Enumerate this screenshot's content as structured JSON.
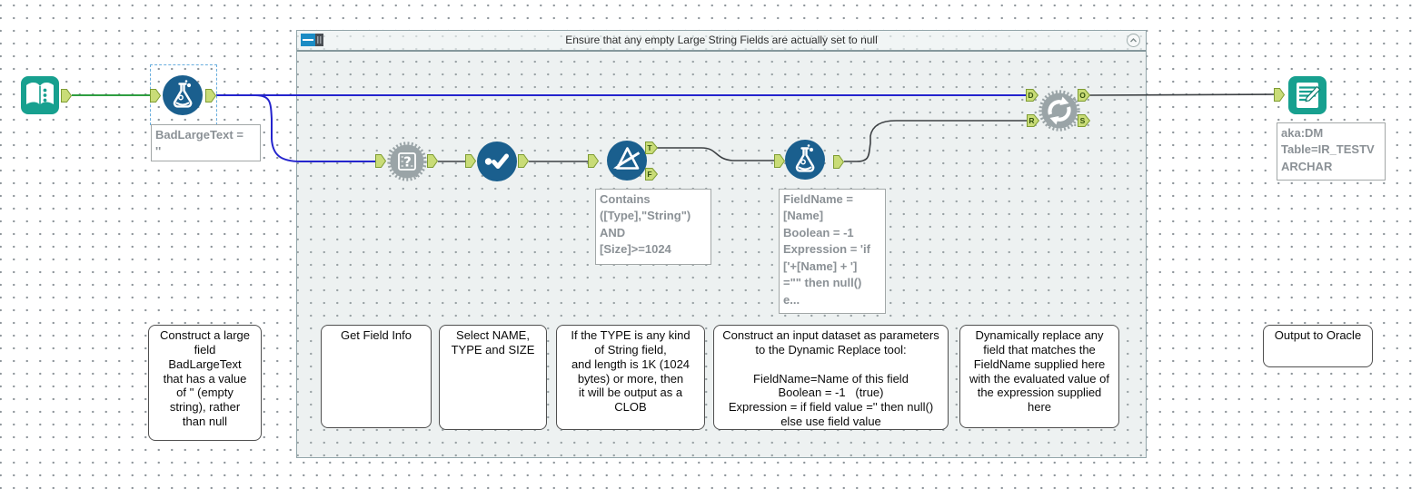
{
  "colors": {
    "teal": "#17a08f",
    "tool_blue": "#1a5f8e",
    "tool_gray": "#9aa4a7",
    "anchor_fill": "#c9dc77",
    "anchor_border": "#7e9c33",
    "wire_green": "#2f9e41",
    "wire_blue": "#2424cd",
    "wire_black": "#3c4043",
    "annotation_text": "#8b9196",
    "container_bg": "#edf1f1",
    "container_header_icon_blue": "#1b8cc4"
  },
  "container": {
    "title": "Ensure that any empty Large String Fields are actually set to null"
  },
  "anchors": {
    "t": "T",
    "f": "F",
    "d": "D",
    "r": "R",
    "o": "O",
    "s": "S"
  },
  "annotations": {
    "formula1": "BadLargeText =\n''",
    "filter": "Contains\n([Type],\"String\")\nAND\n[Size]>=1024",
    "formula2": "FieldName =\n[Name]\nBoolean = -1\nExpression = 'if\n['+[Name] + ']\n=\"\" then null()\ne...",
    "output": "aka:DM\nTable=IR_TESTV\nARCHAR"
  },
  "comments": [
    {
      "text": "Construct a large\nfield\nBadLargeText\nthat has a value\nof ''  (empty\nstring), rather\nthan null"
    },
    {
      "text": "Get Field Info"
    },
    {
      "text": "Select NAME,\nTYPE and SIZE"
    },
    {
      "text": "If the TYPE is any kind\nof String field,\nand length is 1K (1024\nbytes) or more, then\nit will be output as a\nCLOB"
    },
    {
      "text": "Construct an input dataset as parameters\nto the Dynamic Replace tool:\n\nFieldName=Name of this field\nBoolean = -1   (true)\nExpression = if field value ='' then null()\nelse use field value"
    },
    {
      "text": "Dynamically replace any\nfield that matches the\nFieldName supplied here\nwith the evaluated value of\nthe expression supplied\nhere"
    },
    {
      "text": "Output to Oracle"
    }
  ]
}
